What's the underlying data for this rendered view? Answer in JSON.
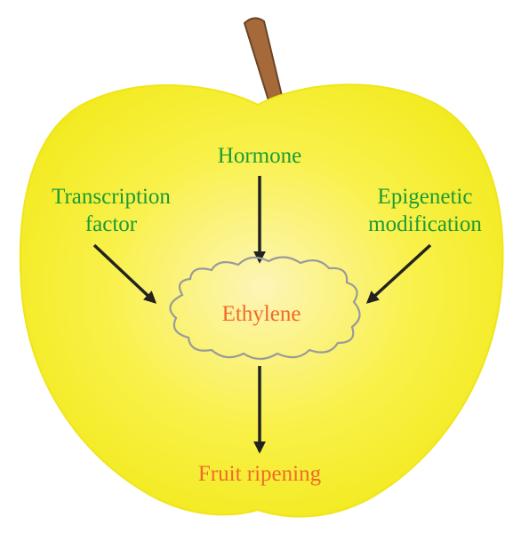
{
  "colors": {
    "apple_center": "#fdf5b8",
    "apple_mid": "#f9f14a",
    "apple_edge": "#f2ea1d",
    "stem": "#a66a3a",
    "stem_outline": "#6b4424",
    "cloud_stroke": "#9a9a9a",
    "arrow": "#222222",
    "green_text": "#1d9a36",
    "orange_text": "#f06a2a"
  },
  "labels": {
    "hormone": "Hormone",
    "transcription_factor_line1": "Transcription",
    "transcription_factor_line2": "factor",
    "epigenetic_line1": "Epigenetic",
    "epigenetic_line2": "modification",
    "ethylene": "Ethylene",
    "fruit_ripening": "Fruit ripening"
  }
}
